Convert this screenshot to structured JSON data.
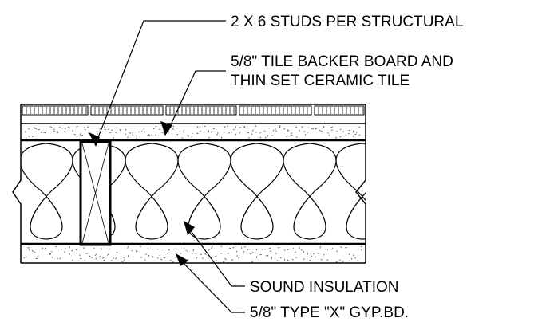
{
  "callouts": {
    "studs": "2 X 6 STUDS PER STRUCTURAL",
    "backer_line1": "5/8\" TILE BACKER BOARD AND",
    "backer_line2": "THIN SET CERAMIC TILE",
    "insulation": "SOUND INSULATION",
    "gyp": "5/8\" TYPE \"X\" GYP.BD."
  },
  "colors": {
    "line": "#000000",
    "background": "#ffffff",
    "speckle": "#555555"
  }
}
